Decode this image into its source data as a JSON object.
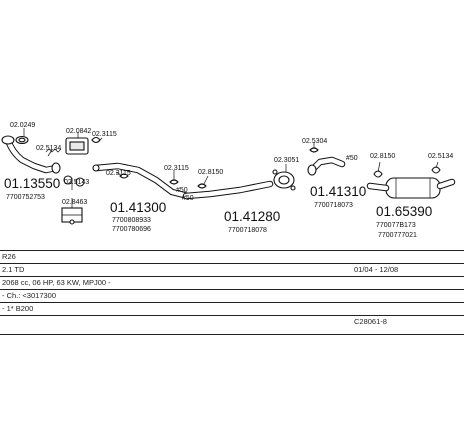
{
  "parts": [
    {
      "id": "p_bottom_left",
      "text": "01.13550"
    },
    {
      "id": "p_bottom_left_ref",
      "text": "7700752753"
    },
    {
      "id": "p_center_left",
      "text": "01.41300"
    },
    {
      "id": "p_center_left_ref1",
      "text": "7700808933"
    },
    {
      "id": "p_center_left_ref2",
      "text": "7700780696"
    },
    {
      "id": "p_center",
      "text": "01.41280"
    },
    {
      "id": "p_center_ref",
      "text": "7700718078"
    },
    {
      "id": "p_right_mid",
      "text": "01.41310"
    },
    {
      "id": "p_right_mid_ref",
      "text": "7700718073"
    },
    {
      "id": "p_right",
      "text": "01.65390"
    },
    {
      "id": "p_right_ref1",
      "text": "770077B173"
    },
    {
      "id": "p_right_ref2",
      "text": "7700777021"
    }
  ],
  "small_labels": [
    "02.0249",
    "02.5134",
    "02.0842",
    "02.3115",
    "02.3115",
    "02.5143",
    "02.8463",
    "02.3115",
    "02.8150",
    "02.3051",
    "02.5304",
    "02.8150",
    "02.5134",
    "#50",
    "#50",
    "#50"
  ],
  "info": {
    "rows": [
      {
        "left": "R26",
        "right": ""
      },
      {
        "left": "2.1 TD",
        "right": "01/04 - 12/08"
      },
      {
        "left": "2068 cc, 06 HP, 63 KW, MPJ00 -",
        "right": ""
      },
      {
        "left": "- Ch.: <3017300",
        "right": ""
      },
      {
        "left": "- 1* B200",
        "right": ""
      },
      {
        "left": "",
        "right": "C28061-8"
      }
    ]
  }
}
